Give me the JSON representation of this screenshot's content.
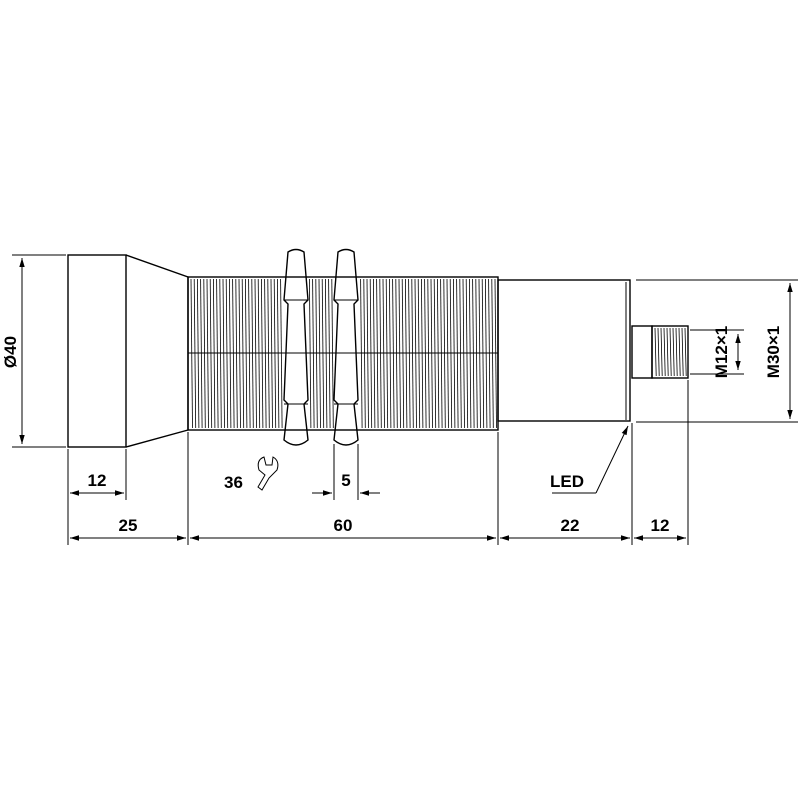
{
  "dimensions": {
    "lens_diameter": "Ø40",
    "lens_front_length": "12",
    "lens_total_length": "25",
    "thread_length": "60",
    "housing_length": "22",
    "connector_length": "12",
    "nut_thickness": "5",
    "wrench_size": "36",
    "connector_thread": "M12×1",
    "body_thread": "M30×1"
  },
  "labels": {
    "led": "LED"
  },
  "icons": {
    "wrench": "wrench-icon"
  }
}
